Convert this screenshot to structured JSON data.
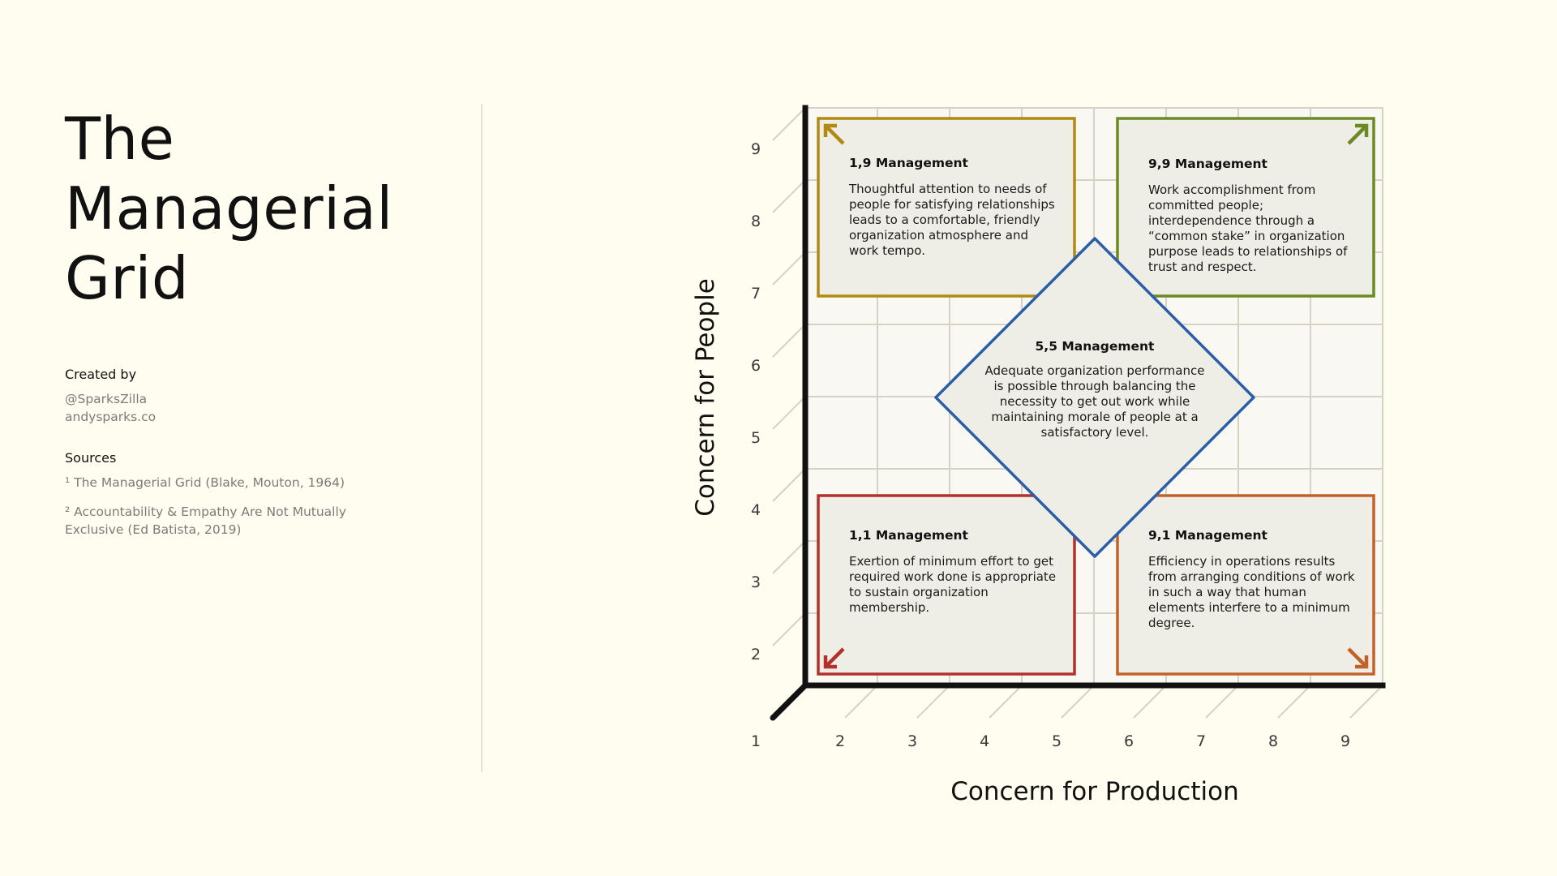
{
  "title": {
    "line1": "The",
    "line2": "Managerial",
    "line3": "Grid"
  },
  "credits": {
    "label": "Created by",
    "handle": "@SparksZilla",
    "website": "andysparks.co"
  },
  "sources": {
    "label": "Sources",
    "items": [
      {
        "line1": "¹ The Managerial Grid (Blake, Mouton, 1964)",
        "line2": ""
      },
      {
        "line1": "² Accountability & Empathy Are Not Mutually",
        "line2": "Exclusive (Ed Batista, 2019)"
      }
    ]
  },
  "chart_data": {
    "type": "quadrant-grid",
    "xlabel": "Concern for Production",
    "ylabel": "Concern for People",
    "x_ticks": [
      "1",
      "2",
      "3",
      "4",
      "5",
      "6",
      "7",
      "8",
      "9"
    ],
    "y_ticks": [
      "2",
      "3",
      "4",
      "5",
      "6",
      "7",
      "8",
      "9"
    ],
    "styles": [
      {
        "id": "1_9",
        "title": "1,9 Management",
        "color": "#b08a12",
        "lines": [
          "Thoughtful attention to needs of",
          "people for satisfying relationships",
          "leads to a comfortable, friendly",
          "organization atmosphere and",
          "work tempo."
        ]
      },
      {
        "id": "9_9",
        "title": "9,9 Management",
        "color": "#6b8a23",
        "lines": [
          "Work accomplishment from",
          "committed people;",
          "interdependence through a",
          "“common stake” in organization",
          "purpose leads to relationships of",
          "trust and respect."
        ]
      },
      {
        "id": "5_5",
        "title": "5,5 Management",
        "color": "#2c5ea8",
        "lines": [
          "Adequate organization performance",
          "is possible through balancing the",
          "necessity to get out work while",
          "maintaining morale of people at a",
          "satisfactory level."
        ]
      },
      {
        "id": "1_1",
        "title": "1,1 Management",
        "color": "#b3302c",
        "lines": [
          "Exertion of minimum effort to get",
          "required work done is appropriate",
          "to sustain organization",
          "membership."
        ]
      },
      {
        "id": "9_1",
        "title": "9,1 Management",
        "color": "#c2622a",
        "lines": [
          "Efficiency in operations results",
          "from arranging conditions of work",
          "in such a way that human",
          "elements interfere to a minimum",
          "degree."
        ]
      }
    ]
  }
}
